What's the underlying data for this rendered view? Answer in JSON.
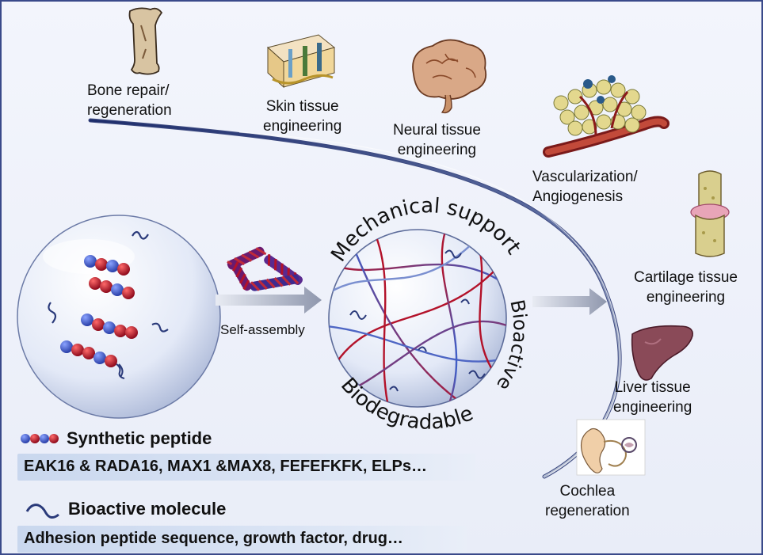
{
  "applications": {
    "bone": [
      "Bone repair/",
      "regeneration"
    ],
    "skin": [
      "Skin tissue",
      "engineering"
    ],
    "neural": [
      "Neural tissue",
      "engineering"
    ],
    "vascular": [
      "Vascularization/",
      "Angiogenesis"
    ],
    "cartilage": [
      "Cartilage tissue",
      "engineering"
    ],
    "liver": [
      "Liver tissue",
      "engineering"
    ],
    "cochlea": [
      "Cochlea",
      "regeneration"
    ]
  },
  "process": {
    "self_assembly": "Self-assembly"
  },
  "hydrogel_properties": {
    "mechanical": "Mechanical support",
    "bioactive": "Bioactive",
    "biodegradable": "Biodegradable"
  },
  "legend": {
    "peptide_label": "Synthetic peptide",
    "peptide_examples": "EAK16 & RADA16,  MAX1 &MAX8, FEFEFKFK, ELPs…",
    "bioactive_label": "Bioactive molecule",
    "bioactive_examples": "Adhesion peptide sequence, growth factor, drug…"
  },
  "colors": {
    "peptide_blue": "#3f5fc8",
    "peptide_red": "#b3122a",
    "curve_start": "#1e2d6b",
    "curve_end": "#b9c3d6",
    "frame": "#3a4a8a"
  },
  "icons": [
    "bone-icon",
    "skin-icon",
    "brain-icon",
    "vessel-icon",
    "cartilage-icon",
    "liver-icon",
    "ear-icon"
  ]
}
